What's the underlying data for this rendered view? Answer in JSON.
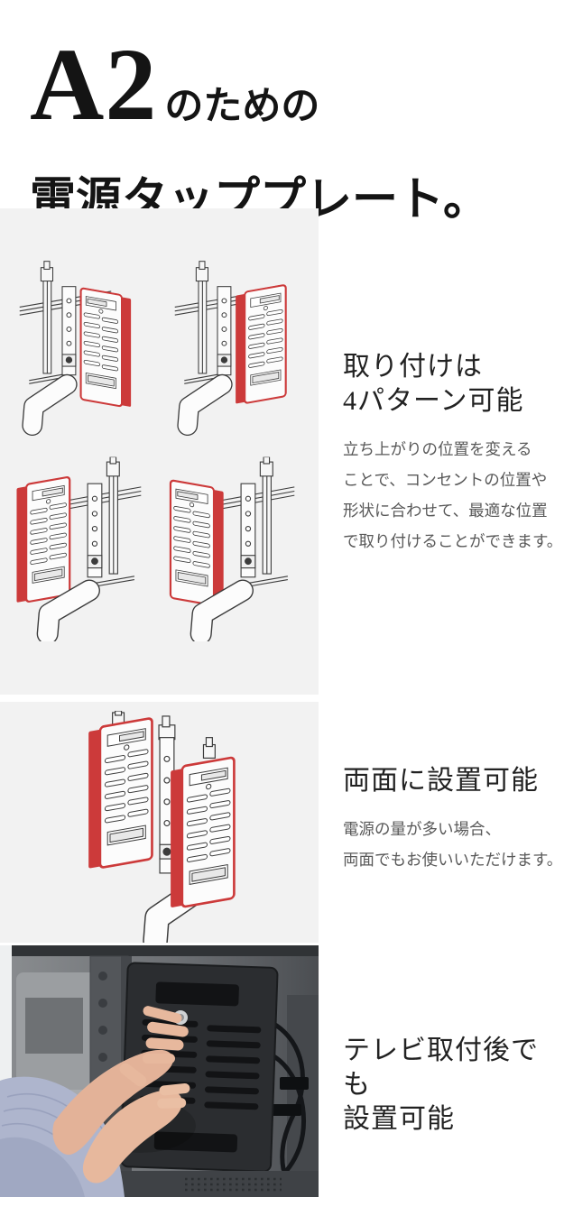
{
  "title": {
    "em": "A2",
    "rest": "のための",
    "line2": "電源タッププレート。"
  },
  "sections": [
    {
      "illustration": "four-mounting-pattern-diagrams",
      "heading": [
        "取り付けは",
        "4パターン可能"
      ],
      "body": [
        "立ち上がりの位置を変える",
        "ことで、コンセントの位置や",
        "形状に合わせて、最適な位置",
        "で取り付けることができます。"
      ]
    },
    {
      "illustration": "both-sides-diagram",
      "heading": [
        "両面に設置可能"
      ],
      "body": [
        "電源の量が多い場合、",
        "両面でもお使いいただけます。"
      ]
    },
    {
      "illustration": "installation-photo",
      "heading": [
        "テレビ取付後でも",
        "設置可能"
      ],
      "body": []
    }
  ],
  "colors": {
    "accent_red": "#cc3a3a",
    "panel_background": "#f2f2f2",
    "line_art": "#3c3c3c",
    "heading_text": "#222222",
    "body_text": "#595959"
  }
}
